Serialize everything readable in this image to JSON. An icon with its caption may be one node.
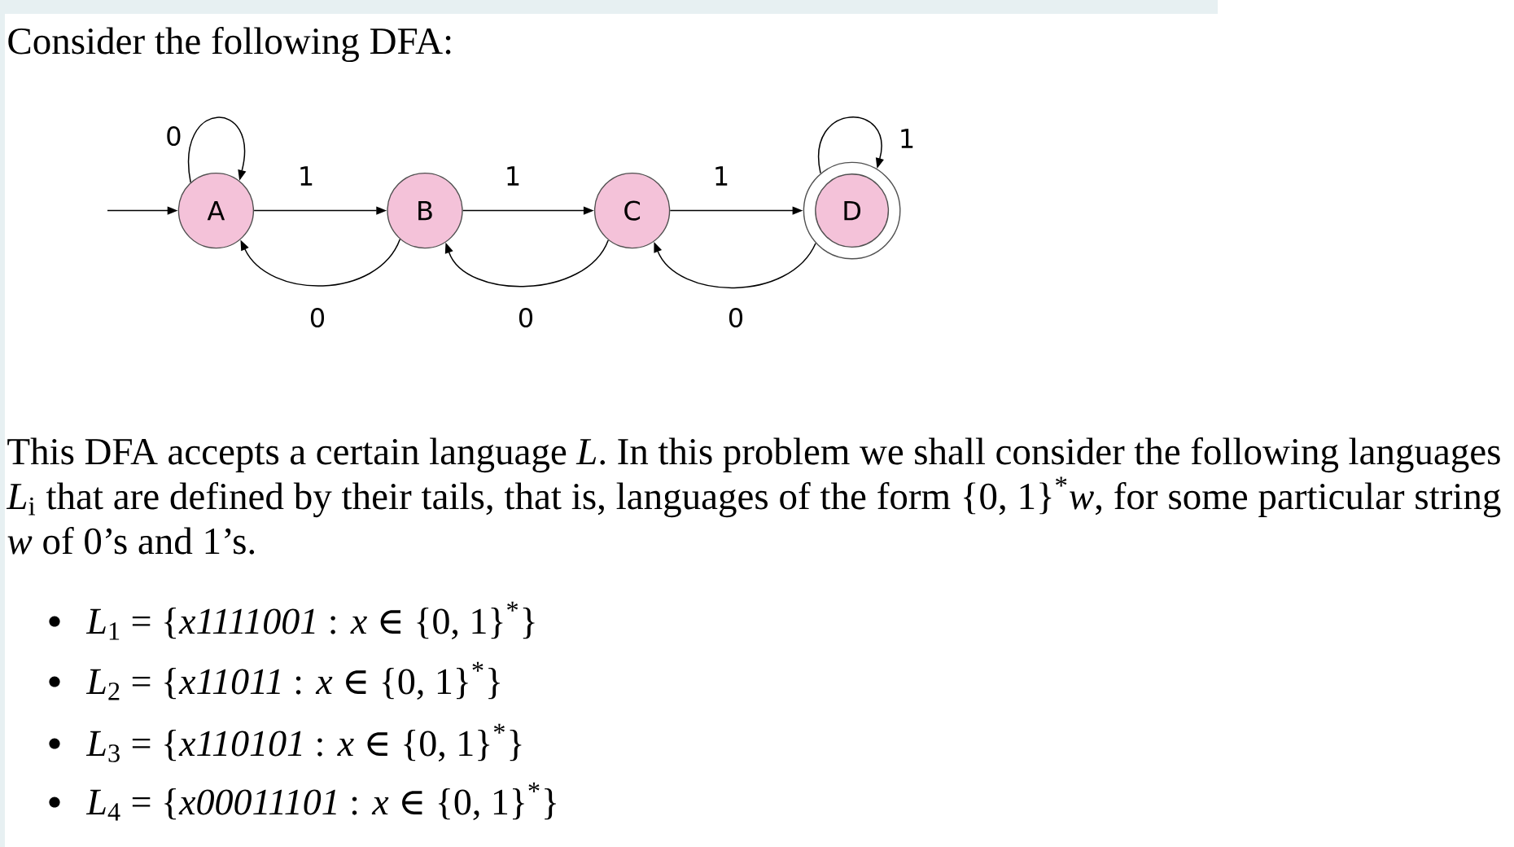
{
  "diagram": {
    "title": "Consider the following DFA:",
    "nodes": [
      {
        "text": [
          "A"
        ]
      },
      {
        "text": [
          "B"
        ]
      },
      {
        "text": [
          "C"
        ]
      },
      {
        "text": [
          "D"
        ]
      }
    ],
    "edges": [
      {
        "from": null,
        "to": 0,
        "arrow": "to"
      },
      {
        "from": 0,
        "to": 0,
        "arrow": "to",
        "label": "0"
      },
      {
        "from": 0,
        "to": 1,
        "arrow": "to",
        "label": "1"
      },
      {
        "from": 1,
        "to": 2,
        "arrow": "to",
        "label": "1"
      },
      {
        "from": 2,
        "to": 3,
        "arrow": "to",
        "label": "1"
      },
      {
        "from": 3,
        "to": 3,
        "arrow": "to",
        "label": "1"
      },
      {
        "from": 1,
        "to": 0,
        "arrow": "to",
        "label": "0"
      },
      {
        "from": 2,
        "to": 1,
        "arrow": "to",
        "label": "0"
      },
      {
        "from": 3,
        "to": 2,
        "arrow": "to",
        "label": "0"
      }
    ],
    "labels": [
      "This DFA accepts a certain language *L*. In this problem we shall consider the following languages *L*$_{i}$ that are defined by their tails, that is, languages of the form {0, 1}$^{*}$*w*, for some particular string *w* of 0’s and 1’s.",
      "*L*$_{1}$ = {*x1111001* : *x* ∈ {0, 1}$^{*}$}",
      "*L*$_{2}$ = {*x11011* : *x* ∈ {0, 1}$^{*}$}",
      "*L*$_{3}$ = {*x110101* : *x* ∈ {0, 1}$^{*}$}",
      "*L*$_{4}$ = {*x00011101* : *x* ∈ {0, 1}$^{*}$}"
    ]
  }
}
